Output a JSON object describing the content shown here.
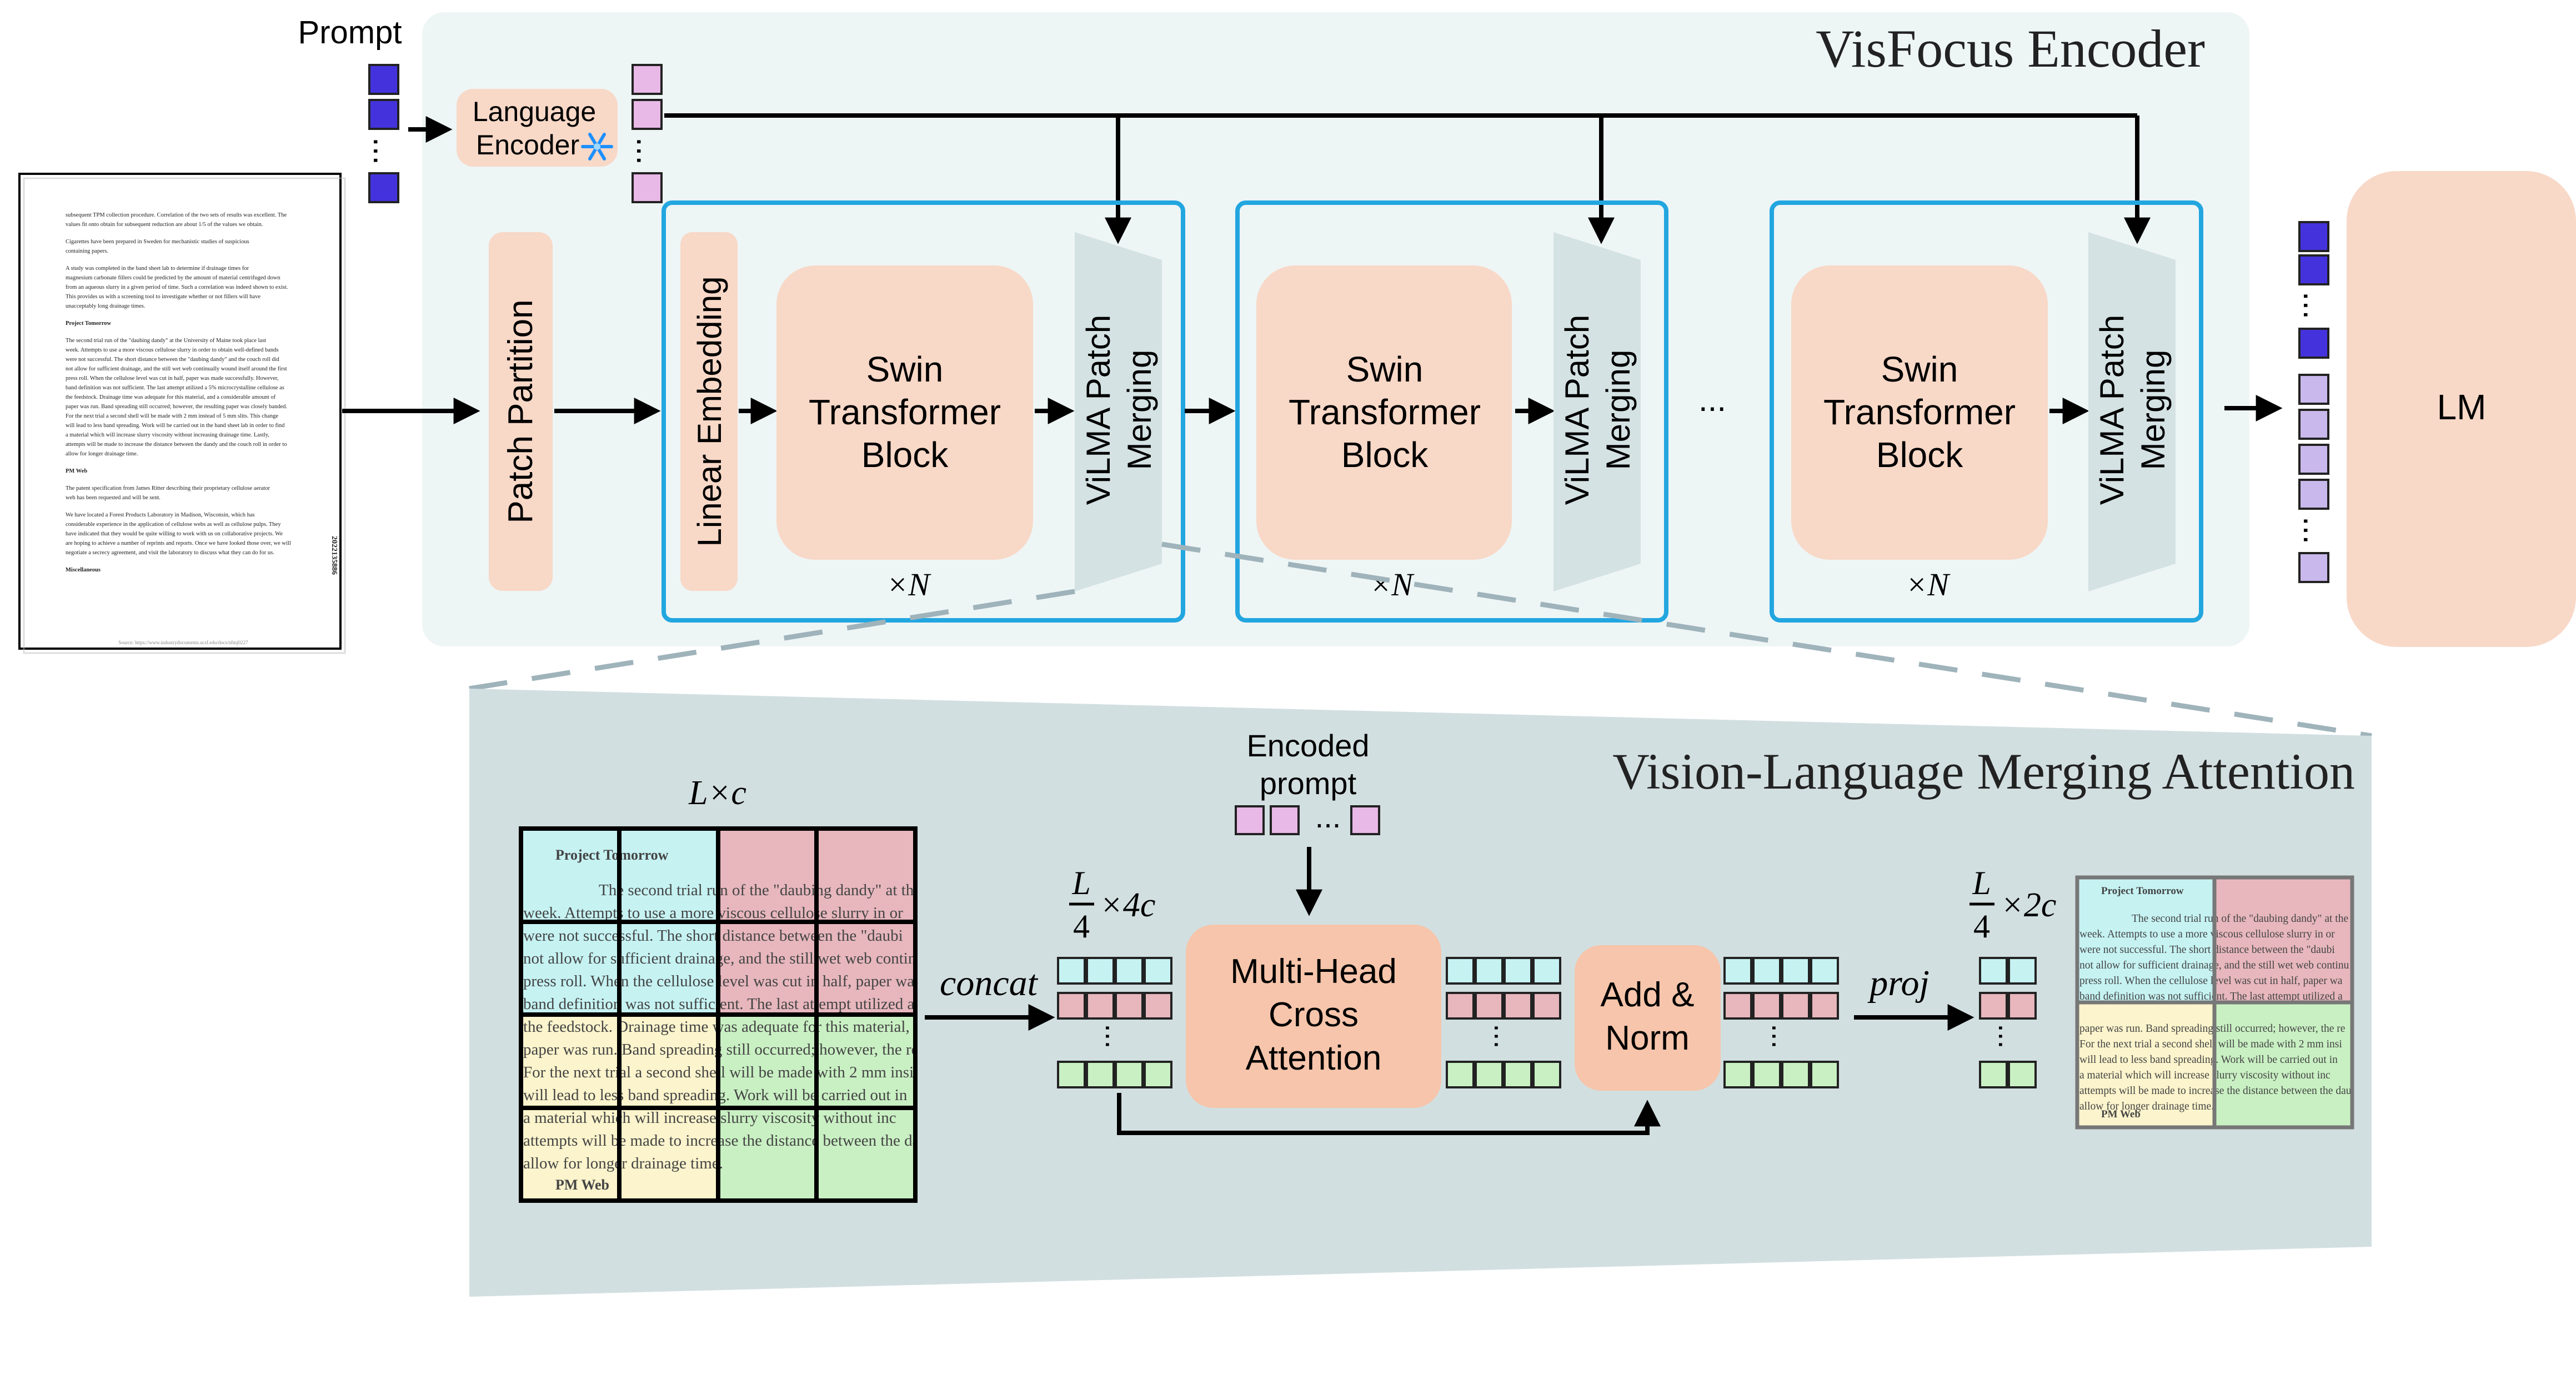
{
  "encoder": {
    "title": "VisFocus Encoder",
    "prompt_label": "Prompt",
    "language_encoder_label_1": "Language",
    "language_encoder_label_2": "Encoder",
    "patch_partition": "Patch Partition",
    "linear_embedding": "Linear Embedding",
    "swin_block_line1": "Swin",
    "swin_block_line2": "Transformer",
    "swin_block_line3": "Block",
    "vilma_line1": "ViLMA Patch",
    "vilma_line2": "Merging",
    "repeat_label": "×N",
    "ellipsis": "...",
    "lm_label": "LM"
  },
  "vlma": {
    "title": "Vision-Language Merging Attention",
    "lxc_label": "L×c",
    "encoded_prompt_1": "Encoded",
    "encoded_prompt_2": "prompt",
    "frac_num": "L",
    "frac_den": "4",
    "mult_4c": "×4c",
    "mult_2c": "×2c",
    "concat": "concat",
    "proj": "proj",
    "mhca_line1": "Multi-Head",
    "mhca_line2": "Cross",
    "mhca_line3": "Attention",
    "addnorm_line1": "Add &",
    "addnorm_line2": "Norm",
    "doc_heading": "Project Tomorrow",
    "doc_lines": [
      "The second trial run of the \"daubing dandy\" at the Uni",
      "week.  Attempts to use a more viscous cellulose slurry in or",
      "were not successful.  The short distance between the \"daubi",
      "not allow for sufficient drainage, and the still wet web continu",
      "press roll.  When the cellulose level was cut in half, paper wa",
      "band definition was not sufficient.  The last attempt utilized a",
      "the feedstock.  Drainage time was adequate for this material, a",
      "paper was run.  Band spreading still occurred; however, the re",
      "For the next trial a second shell will be made with 2 mm insi",
      "will lead to less band spreading.  Work will be carried out in",
      "a material which will increase slurry viscosity without inc",
      "attempts will be made to increase the distance between the dau",
      "allow for longer drainage time."
    ],
    "doc_footer": "PM Web"
  },
  "source_doc": {
    "lines": [
      "subsequent TPM collection procedure. Correlation of the two sets of results was excellent. The",
      "values fit onto obtain for subsequent reduction are about 1/5 of the values we obtain.",
      "Cigarettes have been prepared in Sweden for mechanistic studies of suspicious",
      "containing papers.",
      "A study was completed in the band sheet lab to determine if drainage times for",
      "magnesium carbonate fillers could be predicted by the amount of material centrifuged down",
      "from an aqueous slurry in a given period of time. Such a correlation was indeed shown to exist.",
      "This provides us with a screening tool to investigate whether or not fillers will have",
      "unacceptably long drainage times.",
      "Project Tomorrow",
      "The second trial run of the \"daubing dandy\" at the University of Maine took place last",
      "week. Attempts to use a more viscous cellulose slurry in order to obtain well-defined bands",
      "were not successful. The short distance between the \"daubing dandy\" and the couch roll did",
      "not allow for sufficient drainage, and the still wet web continually wound itself around the first",
      "press roll. When the cellulose level was cut in half, paper was made successfully. However,",
      "band definition was not sufficient. The last attempt utilized a 5% microcrystalline cellulose as",
      "the feedstock. Drainage time was adequate for this material, and a considerable amount of",
      "paper was run. Band spreading still occurred; however, the resulting paper was closely banded.",
      "For the next trial a second shell will be made with 2 mm instead of 5 mm slits. This change",
      "will lead to less band spreading. Work will be carried out in the band sheet lab in order to find",
      "a material which will increase slurry viscosity without increasing drainage time. Lastly,",
      "attempts will be made to increase the distance between the dandy and the couch roll in order to",
      "allow for longer drainage time.",
      "PM Web",
      "The patent specification from James Ritter describing their proprietary cellulose aerator",
      "web has been requested and will be sent.",
      "We have located a Forest Products Laboratory in Madison, Wisconsin, which has",
      "considerable experience in the application of cellulose webs as well as cellulose pulps. They",
      "have indicated that they would be quite willing to work with us on collaborative projects. We",
      "are hoping to achieve a number of reprints and reports. Once we have looked those over, we will",
      "negotiate a secrecy agreement, and visit the laboratory to discuss what they can do for us.",
      "Miscellaneous",
      "2022135886",
      "Source: https://www.industrydocuments.ucsf.edu/docs/nfmj0227"
    ]
  },
  "colors": {
    "encoder_bg": "#eef5f5",
    "peach": "#f8d8c7",
    "block_border": "#22a6e0",
    "vilma_fill": "#d4e2e4",
    "lm_fill": "#f8d8c7",
    "prompt_blue": "#4433dd",
    "encoded_pink": "#e8b8e6",
    "output_lavender": "#c9b8ec",
    "vlma_bg": "#d2dfe1",
    "cyan": "#c6f2f2",
    "red": "#e7b7bd",
    "green": "#c9f0c3",
    "yellow": "#fbf4cc",
    "mhca_fill": "#f6c5ab",
    "dash": "#9fb3bb"
  }
}
